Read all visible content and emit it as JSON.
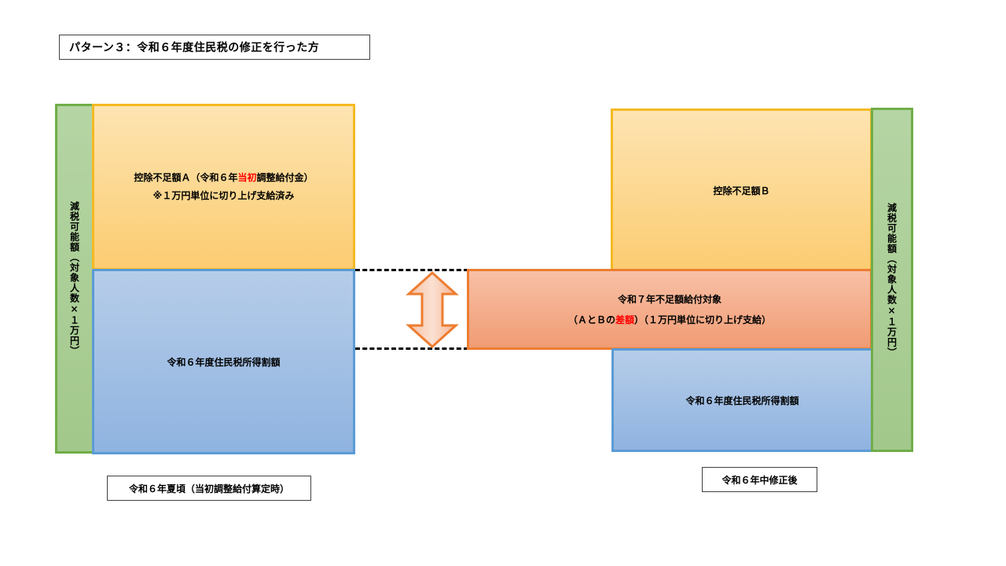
{
  "title": "パターン３：令和６年度住民税の修正を行った方",
  "left": {
    "side_label": "減税可能額（対象人数×１万円）",
    "shortfall_a": {
      "line1_pre": "控除不足額Ａ（令和６年",
      "line1_highlight": "当初",
      "line1_post": "調整給付金）",
      "line2": "※１万円単位に切り上げ支給済み"
    },
    "income_tax": "令和６年度住民税所得割額",
    "caption": "令和６年夏頃（当初調整給付算定時）"
  },
  "right": {
    "side_label": "減税可能額（対象人数×１万円）",
    "shortfall_b": "控除不足額Ｂ",
    "difference": {
      "line1": "令和７年不足額給付対象",
      "line2_pre": "（ＡとＢの",
      "line2_highlight": "差額",
      "line2_post": "）（１万円単位に切り上げ支給）"
    },
    "income_tax": "令和６年度住民税所得割額",
    "caption": "令和６年中修正後"
  },
  "colors": {
    "green_border": "#70ad47",
    "orange_border": "#f5b922",
    "blue_border": "#5b9bd5",
    "salmon_border": "#ed7d31",
    "highlight_text": "#ff0000"
  },
  "icons": {
    "arrow": "double-headed-vertical-arrow-icon"
  }
}
